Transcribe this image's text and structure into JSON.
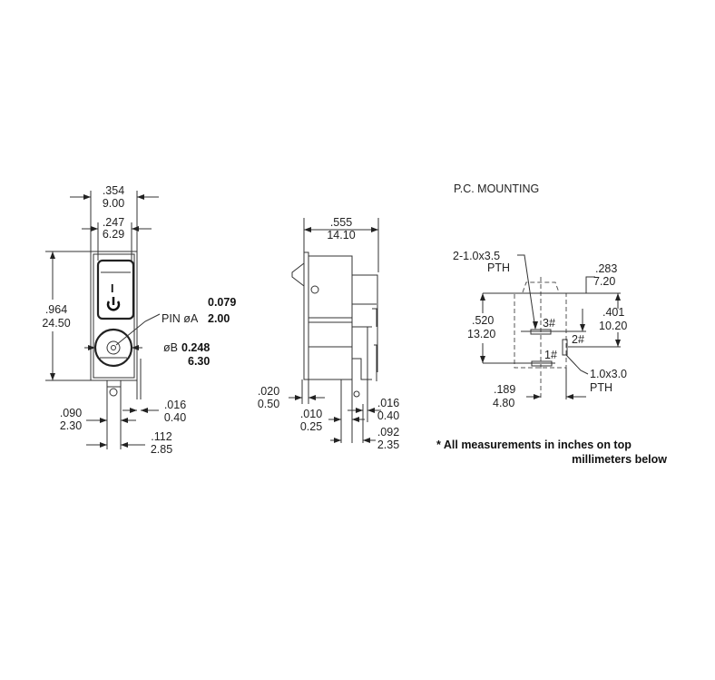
{
  "front_view": {
    "width_outer": {
      "in": ".354",
      "mm": "9.00"
    },
    "width_rocker": {
      "in": ".247",
      "mm": "6.29"
    },
    "height": {
      "in": ".964",
      "mm": "24.50"
    },
    "pin_label": "PIN øA",
    "pin_dia": {
      "in": "0.079",
      "mm": "2.00"
    },
    "b_label": "øB",
    "b_dia": {
      "in": "0.248",
      "mm": "6.30"
    },
    "tab_offset": {
      "in": ".090",
      "mm": "2.30"
    },
    "tab_thickness": {
      "in": ".016",
      "mm": "0.40"
    },
    "tab_width": {
      "in": ".112",
      "mm": "2.85"
    },
    "rocker_on_symbol": "I"
  },
  "side_view": {
    "depth": {
      "in": ".555",
      "mm": "14.10"
    },
    "flange": {
      "in": ".020",
      "mm": "0.50"
    },
    "gap": {
      "in": ".010",
      "mm": "0.25"
    },
    "tab_thickness": {
      "in": ".016",
      "mm": "0.40"
    },
    "tab_spacing": {
      "in": ".092",
      "mm": "2.35"
    }
  },
  "pc_mounting": {
    "title": "P.C. MOUNTING",
    "hole_label_1": "2-1.0x3.5",
    "hole_label_1b": "PTH",
    "top_offset": {
      "in": ".283",
      "mm": "7.20"
    },
    "height": {
      "in": ".520",
      "mm": "13.20"
    },
    "right_offset": {
      "in": ".401",
      "mm": "10.20"
    },
    "pin3": "3#",
    "pin2": "2#",
    "pin1": "1#",
    "hole_label_2": "1.0x3.0",
    "hole_label_2b": "PTH",
    "x_offset": {
      "in": ".189",
      "mm": "4.80"
    }
  },
  "footnote": {
    "line1": "* All measurements in inches on top",
    "line2": "millimeters below"
  }
}
